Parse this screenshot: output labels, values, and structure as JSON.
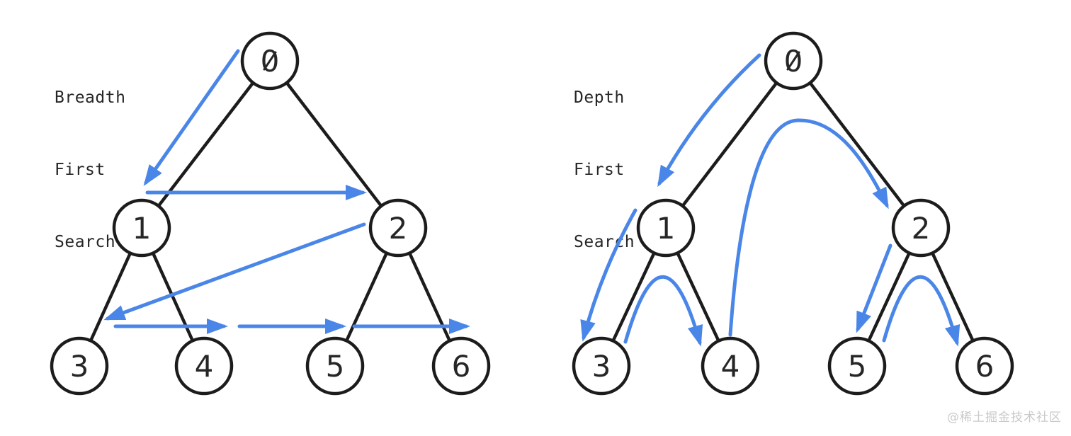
{
  "page": {
    "watermark_text": "@稀土掘金技术社区"
  },
  "colors": {
    "arrow_blue": "#4a86e8",
    "line_black": "#1c1c1c",
    "node_fill": "#ffffff",
    "text": "#262626",
    "watermark_gray": "#c9c9c9"
  },
  "bfs": {
    "title_lines": [
      "Breadth",
      "First",
      "Search"
    ],
    "nodes": [
      {
        "label": "0"
      },
      {
        "label": "1"
      },
      {
        "label": "2"
      },
      {
        "label": "3"
      },
      {
        "label": "4"
      },
      {
        "label": "5"
      },
      {
        "label": "6"
      }
    ],
    "tree_edges": [
      "0-1",
      "0-2",
      "1-3",
      "1-4",
      "2-5",
      "2-6"
    ],
    "traversal_arrows": [
      {
        "from": "0",
        "to": "1"
      },
      {
        "from": "1",
        "to": "2"
      },
      {
        "from": "2",
        "to": "3"
      },
      {
        "from": "3",
        "to": "4"
      },
      {
        "from": "4",
        "to": "5"
      },
      {
        "from": "5",
        "to": "6"
      }
    ]
  },
  "dfs": {
    "title_lines": [
      "Depth",
      "First",
      "Search"
    ],
    "nodes": [
      {
        "label": "0"
      },
      {
        "label": "1"
      },
      {
        "label": "2"
      },
      {
        "label": "3"
      },
      {
        "label": "4"
      },
      {
        "label": "5"
      },
      {
        "label": "6"
      }
    ],
    "tree_edges": [
      "0-1",
      "0-2",
      "1-3",
      "1-4",
      "2-5",
      "2-6"
    ],
    "traversal_arrows": [
      {
        "from": "0",
        "to": "1"
      },
      {
        "from": "1",
        "to": "3"
      },
      {
        "from": "3",
        "to": "4"
      },
      {
        "from": "4",
        "to": "2"
      },
      {
        "from": "2",
        "to": "5"
      },
      {
        "from": "5",
        "to": "6"
      }
    ]
  }
}
